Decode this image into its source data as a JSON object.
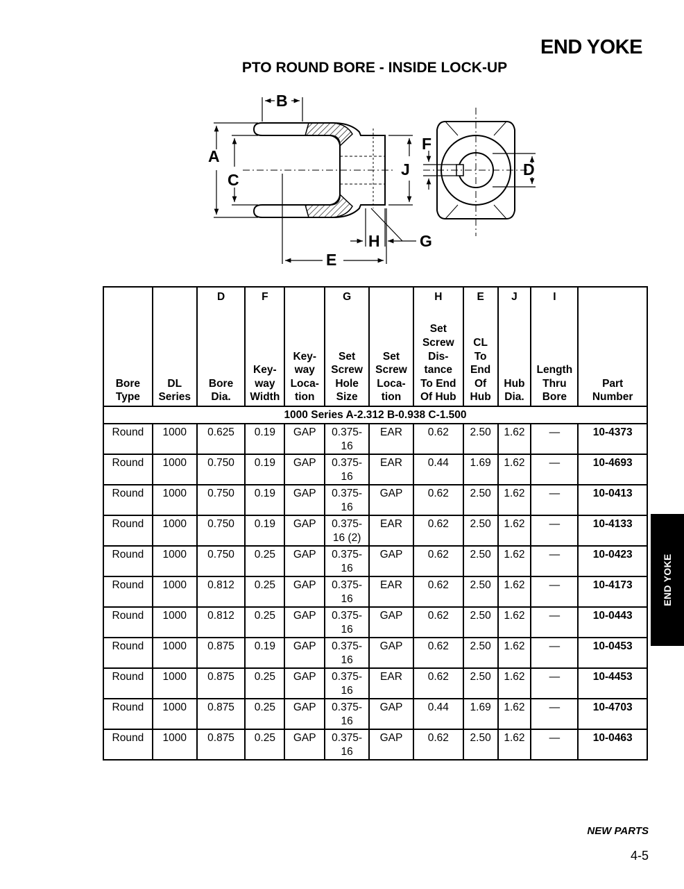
{
  "page": {
    "title": "END YOKE",
    "subtitle": "PTO ROUND BORE - INSIDE LOCK-UP",
    "side_tab": "END YOKE",
    "footer_note": "NEW PARTS",
    "page_number": "4-5"
  },
  "diagram": {
    "labels": {
      "A": "A",
      "B": "B",
      "C": "C",
      "D": "D",
      "E": "E",
      "F": "F",
      "G": "G",
      "H": "H",
      "J": "J"
    }
  },
  "table": {
    "header_letters": [
      "",
      "",
      "D",
      "F",
      "",
      "G",
      "",
      "H",
      "E",
      "J",
      "I",
      ""
    ],
    "headers": [
      [
        "Bore",
        "Type"
      ],
      [
        "DL",
        "Series"
      ],
      [
        "Bore",
        "Dia."
      ],
      [
        "Key-",
        "way",
        "Width"
      ],
      [
        "Key-",
        "way",
        "Loca-",
        "tion"
      ],
      [
        "Set",
        "Screw",
        "Hole",
        "Size"
      ],
      [
        "Set",
        "Screw",
        "Loca-",
        "tion"
      ],
      [
        "Set",
        "Screw",
        "Dis-",
        "tance",
        "To End",
        "Of Hub"
      ],
      [
        "CL",
        "To",
        "End",
        "Of",
        "Hub"
      ],
      [
        "Hub",
        "Dia."
      ],
      [
        "Length",
        "Thru",
        "Bore"
      ],
      [
        "Part",
        "Number"
      ]
    ],
    "series_label": "1000 Series A-2.312 B-0.938 C-1.500",
    "rows": [
      {
        "type": "Round",
        "series": "1000",
        "bore": "0.625",
        "kw_width": "0.19",
        "kw_loc": "GAP",
        "ss_size": [
          "0.375-",
          "16"
        ],
        "ss_loc": "EAR",
        "ss_dist": "0.62",
        "cl_end": "2.50",
        "hub_dia": "1.62",
        "length": "—",
        "part": "10-4373"
      },
      {
        "type": "Round",
        "series": "1000",
        "bore": "0.750",
        "kw_width": "0.19",
        "kw_loc": "GAP",
        "ss_size": [
          "0.375-",
          "16"
        ],
        "ss_loc": "EAR",
        "ss_dist": "0.44",
        "cl_end": "1.69",
        "hub_dia": "1.62",
        "length": "—",
        "part": "10-4693"
      },
      {
        "type": "Round",
        "series": "1000",
        "bore": "0.750",
        "kw_width": "0.19",
        "kw_loc": "GAP",
        "ss_size": [
          "0.375-",
          "16"
        ],
        "ss_loc": "GAP",
        "ss_dist": "0.62",
        "cl_end": "2.50",
        "hub_dia": "1.62",
        "length": "—",
        "part": "10-0413"
      },
      {
        "type": "Round",
        "series": "1000",
        "bore": "0.750",
        "kw_width": "0.19",
        "kw_loc": "GAP",
        "ss_size": [
          "0.375-",
          "16 (2)"
        ],
        "ss_loc": "EAR",
        "ss_dist": "0.62",
        "cl_end": "2.50",
        "hub_dia": "1.62",
        "length": "—",
        "part": "10-4133"
      },
      {
        "type": "Round",
        "series": "1000",
        "bore": "0.750",
        "kw_width": "0.25",
        "kw_loc": "GAP",
        "ss_size": [
          "0.375-",
          "16"
        ],
        "ss_loc": "GAP",
        "ss_dist": "0.62",
        "cl_end": "2.50",
        "hub_dia": "1.62",
        "length": "—",
        "part": "10-0423"
      },
      {
        "type": "Round",
        "series": "1000",
        "bore": "0.812",
        "kw_width": "0.25",
        "kw_loc": "GAP",
        "ss_size": [
          "0.375-",
          "16"
        ],
        "ss_loc": "EAR",
        "ss_dist": "0.62",
        "cl_end": "2.50",
        "hub_dia": "1.62",
        "length": "—",
        "part": "10-4173"
      },
      {
        "type": "Round",
        "series": "1000",
        "bore": "0.812",
        "kw_width": "0.25",
        "kw_loc": "GAP",
        "ss_size": [
          "0.375-",
          "16"
        ],
        "ss_loc": "GAP",
        "ss_dist": "0.62",
        "cl_end": "2.50",
        "hub_dia": "1.62",
        "length": "—",
        "part": "10-0443"
      },
      {
        "type": "Round",
        "series": "1000",
        "bore": "0.875",
        "kw_width": "0.19",
        "kw_loc": "GAP",
        "ss_size": [
          "0.375-",
          "16"
        ],
        "ss_loc": "GAP",
        "ss_dist": "0.62",
        "cl_end": "2.50",
        "hub_dia": "1.62",
        "length": "—",
        "part": "10-0453"
      },
      {
        "type": "Round",
        "series": "1000",
        "bore": "0.875",
        "kw_width": "0.25",
        "kw_loc": "GAP",
        "ss_size": [
          "0.375-",
          "16"
        ],
        "ss_loc": "EAR",
        "ss_dist": "0.62",
        "cl_end": "2.50",
        "hub_dia": "1.62",
        "length": "—",
        "part": "10-4453"
      },
      {
        "type": "Round",
        "series": "1000",
        "bore": "0.875",
        "kw_width": "0.25",
        "kw_loc": "GAP",
        "ss_size": [
          "0.375-",
          "16"
        ],
        "ss_loc": "GAP",
        "ss_dist": "0.44",
        "cl_end": "1.69",
        "hub_dia": "1.62",
        "length": "—",
        "part": "10-4703"
      },
      {
        "type": "Round",
        "series": "1000",
        "bore": "0.875",
        "kw_width": "0.25",
        "kw_loc": "GAP",
        "ss_size": [
          "0.375-",
          "16"
        ],
        "ss_loc": "GAP",
        "ss_dist": "0.62",
        "cl_end": "2.50",
        "hub_dia": "1.62",
        "length": "—",
        "part": "10-0463"
      }
    ]
  }
}
